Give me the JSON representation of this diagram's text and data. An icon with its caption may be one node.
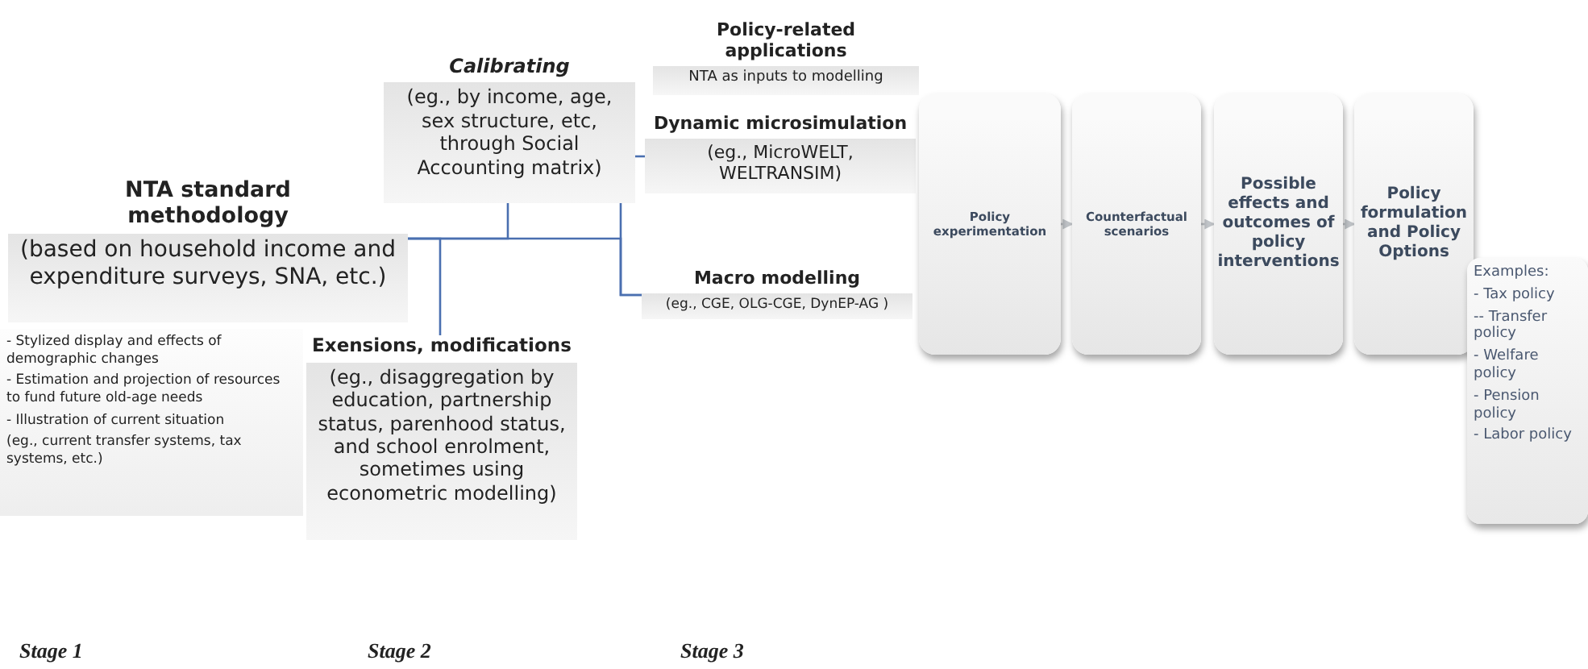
{
  "diagram": {
    "nodes": [
      {
        "text": [
          "NTA standard methodology",
          "(based on household income and expenditure surveys, SNA, etc.)"
        ]
      },
      {
        "text": [
          "- Stylized display and effects of demographic changes",
          "- Estimation and projection of resources to fund future old-age needs",
          "- Illustration of current situation",
          "(eg., current transfer systems, tax systems, etc.)"
        ]
      },
      {
        "text": [
          "Calibrating",
          "(eg., by income, age, sex structure, etc, through Social Accounting matrix)"
        ]
      },
      {
        "text": [
          "Exensions, modifications",
          "(eg., disaggregation by education, partnership status, parenhood status, and school enrolment, sometimes using econometric modelling)"
        ]
      },
      {
        "text": [
          "Policy-related applications",
          "NTA as inputs to modelling"
        ]
      },
      {
        "text": [
          "Dynamic microsimulation",
          "(eg., MicroWELT, WELTRANSIM)"
        ]
      },
      {
        "text": [
          "Macro modelling",
          "(eg., CGE, OLG-CGE, DynEP-AG )"
        ]
      },
      {
        "text": [
          "Policy experimentation"
        ]
      },
      {
        "text": [
          "Counterfactual scenarios"
        ]
      },
      {
        "text": [
          "Possible effects and outcomes of policy interventions"
        ]
      },
      {
        "text": [
          "Policy formulation and Policy Options"
        ]
      },
      {
        "text": [
          "Examples:",
          "-  Tax policy",
          "-- Transfer policy",
          "- Welfare policy",
          "- Pension policy",
          "- Labor policy"
        ]
      }
    ],
    "edges": [
      {
        "from": 0,
        "to": 2,
        "arrow": "none"
      },
      {
        "from": 0,
        "to": 3,
        "arrow": "none"
      },
      {
        "from": 0,
        "to": 6,
        "arrow": "none"
      },
      {
        "from": 2,
        "to": 5,
        "arrow": "none"
      },
      {
        "from": 2,
        "to": 6,
        "arrow": "none"
      },
      {
        "from": 7,
        "to": 8,
        "arrow": "to",
        "color": "#c4c8cc"
      },
      {
        "from": 8,
        "to": 9,
        "arrow": "to",
        "color": "#c4c8cc"
      },
      {
        "from": 9,
        "to": 10,
        "arrow": "to",
        "color": "#c4c8cc"
      }
    ],
    "labels": [
      "Stage 1",
      "Stage 2",
      "Stage 3"
    ]
  }
}
